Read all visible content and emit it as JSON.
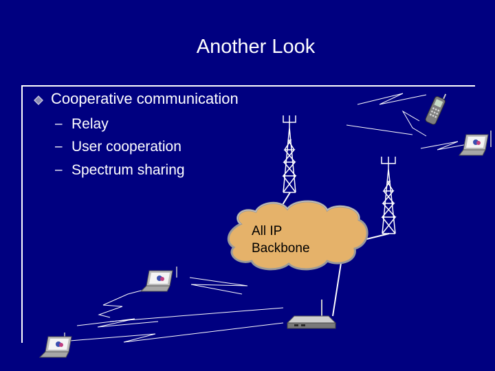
{
  "slide": {
    "title": "Another Look",
    "bullet": "Cooperative communication",
    "subbullets": [
      "Relay",
      "User cooperation",
      "Spectrum sharing"
    ],
    "subbullet_marker": "–"
  },
  "diagram": {
    "cloud_line1": "All IP",
    "cloud_line2": "Backbone"
  },
  "colors": {
    "background": "#000080",
    "text": "#ffffff",
    "cloud": "#e5b26a",
    "bullet": "#c8c8dc"
  },
  "icons": [
    "diamond-bullet-icon",
    "cell-tower-icon",
    "laptop-icon",
    "mobile-phone-icon",
    "wireless-router-icon",
    "cloud-icon",
    "lightning-link-icon"
  ]
}
